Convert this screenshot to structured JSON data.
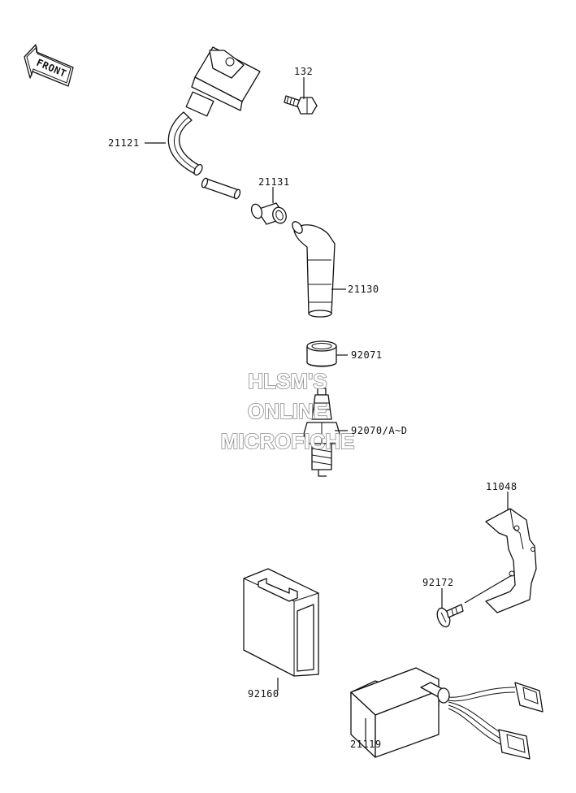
{
  "front_arrow": {
    "label": "FRONT"
  },
  "watermark": {
    "lines": [
      "HLSM'S",
      "ONLINE",
      "MICROFICHE"
    ]
  },
  "parts": [
    {
      "id": "132",
      "label": "132"
    },
    {
      "id": "21121",
      "label": "21121"
    },
    {
      "id": "21131",
      "label": "21131"
    },
    {
      "id": "21130",
      "label": "21130"
    },
    {
      "id": "92071",
      "label": "92071"
    },
    {
      "id": "92070",
      "label": "92070/A~D"
    },
    {
      "id": "11048",
      "label": "11048"
    },
    {
      "id": "92172",
      "label": "92172"
    },
    {
      "id": "92160",
      "label": "92160"
    },
    {
      "id": "21119",
      "label": "21119"
    }
  ]
}
